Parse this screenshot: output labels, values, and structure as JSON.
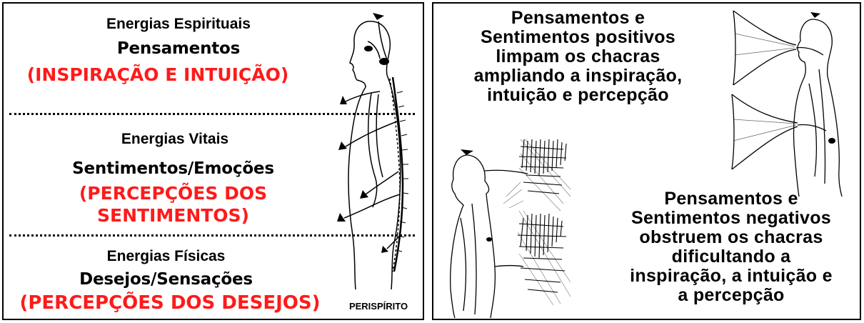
{
  "left": {
    "spiritual": {
      "energy": "Energias Espirituais",
      "title": "Pensamentos",
      "percept": "(INSPIRAÇÃO E INTUIÇÃO)"
    },
    "vital": {
      "energy": "Energias Vitais",
      "title": "Sentimentos/Emoções",
      "percept_line1": "(PERCEPÇÕES DOS",
      "percept_line2": "SENTIMENTOS)"
    },
    "physical": {
      "energy": "Energias Físicas",
      "title": "Desejos/Sensações",
      "percept": "(PERCEPÇÕES DOS DESEJOS)"
    },
    "figure_label": "PERISPÍRITO"
  },
  "right": {
    "positive": [
      "Pensamentos e",
      "Sentimentos positivos",
      "limpam os chacras",
      "ampliando a inspiração,",
      "intuição e percepção"
    ],
    "negative": [
      "Pensamentos e",
      "Sentimentos negativos",
      "obstruem os chacras",
      "dificultando a",
      "inspiração, a intuição e",
      "a percepção"
    ]
  },
  "colors": {
    "accent_red": "#ff1a1a",
    "text": "#000000",
    "background": "#ffffff"
  }
}
